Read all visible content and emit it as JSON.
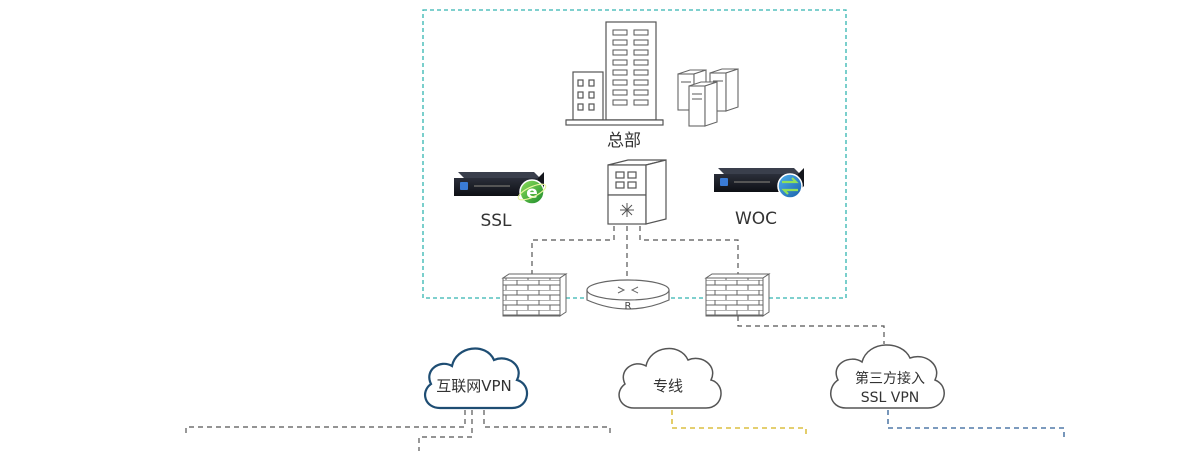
{
  "headquarters": {
    "label": "总部"
  },
  "devices": {
    "ssl_label": "SSL",
    "woc_label": "WOC",
    "router_mark": "R"
  },
  "clouds": {
    "internet_vpn": "互联网VPN",
    "dedicated_line": "专线",
    "third_party_line1": "第三方接入",
    "third_party_line2": "SSL VPN"
  },
  "colors": {
    "hq_border": "#33b5b0",
    "internet_cloud": "#1e4d73",
    "dedicated_link": "#d4b21a",
    "third_party_link": "#2e5f96",
    "line_gray": "#555555"
  }
}
